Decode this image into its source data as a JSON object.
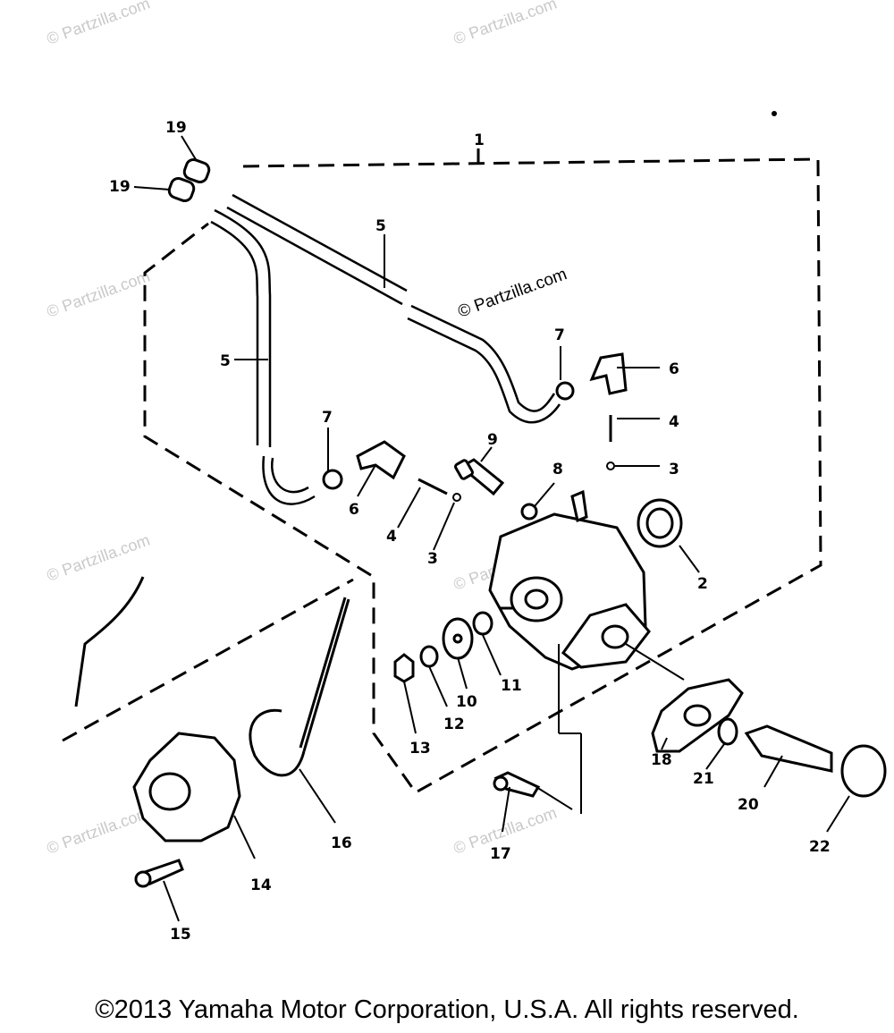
{
  "diagram": {
    "callouts": [
      "1",
      "2",
      "3",
      "3",
      "4",
      "4",
      "5",
      "5",
      "6",
      "6",
      "7",
      "7",
      "8",
      "9",
      "10",
      "11",
      "12",
      "13",
      "14",
      "15",
      "16",
      "17",
      "18",
      "19",
      "19",
      "20",
      "21",
      "22"
    ],
    "watermark": "© Partzilla.com",
    "watermark_center": "© Partzilla.com"
  },
  "footer": {
    "copyright": "©2013 Yamaha Motor Corporation, U.S.A. All rights reserved."
  }
}
